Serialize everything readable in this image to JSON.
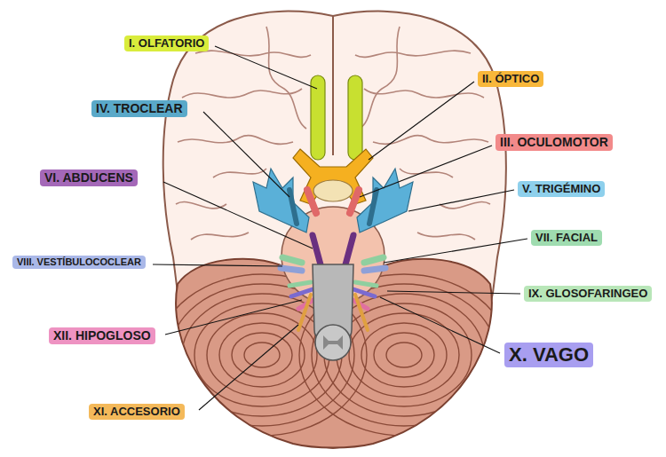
{
  "diagram": {
    "labels": [
      "I. OLFATORIO",
      "II. ÓPTICO",
      "IV. TROCLEAR",
      "III. OCULOMOTOR",
      "VI. ABDUCENS",
      "V. TRIGÉMINO",
      "VII. FACIAL",
      "VIII. VESTÍBULOCOCLEAR",
      "IX. GLOSOFARINGEO",
      "XII. HIPOGLOSO",
      "X. VAGO",
      "XI. ACCESORIO"
    ]
  }
}
